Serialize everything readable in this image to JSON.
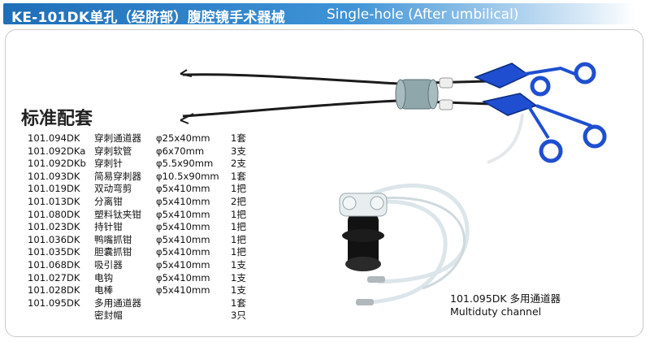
{
  "header": {
    "title": "KE-101DK单孔（经脐部）腹腔镜手术器械",
    "subtitle": "Single-hole (After umbilical)"
  },
  "section_title": "标准配套",
  "items": [
    {
      "code": "101.094DK",
      "name": "穿刺通道器",
      "spec": "φ25x40mm",
      "qty": "1套"
    },
    {
      "code": "101.092DKa",
      "name": "穿刺软管",
      "spec": "φ6x70mm",
      "qty": "3支"
    },
    {
      "code": "101.092DKb",
      "name": "穿刺针",
      "spec": "φ5.5x90mm",
      "qty": "2支"
    },
    {
      "code": "101.093DK",
      "name": "简易穿刺器",
      "spec": "φ10.5x90mm",
      "qty": "1套"
    },
    {
      "code": "101.019DK",
      "name": "双动弯剪",
      "spec": "φ5x410mm",
      "qty": "1把"
    },
    {
      "code": "101.013DK",
      "name": "分离钳",
      "spec": "φ5x410mm",
      "qty": "2把"
    },
    {
      "code": "101.080DK",
      "name": "塑料钛夹钳",
      "spec": "φ5x410mm",
      "qty": "1把"
    },
    {
      "code": "101.023DK",
      "name": "持针钳",
      "spec": "φ5x410mm",
      "qty": "1把"
    },
    {
      "code": "101.036DK",
      "name": "鸭嘴抓钳",
      "spec": "φ5x410mm",
      "qty": "1把"
    },
    {
      "code": "101.035DK",
      "name": "胆囊抓钳",
      "spec": "φ5x410mm",
      "qty": "1把"
    },
    {
      "code": "101.068DK",
      "name": "吸引器",
      "spec": "φ5x410mm",
      "qty": "1支"
    },
    {
      "code": "101.027DK",
      "name": "电钩",
      "spec": "φ5x410mm",
      "qty": "1支"
    },
    {
      "code": "101.028DK",
      "name": "电棒",
      "spec": "φ5x410mm",
      "qty": "1支"
    },
    {
      "code": "101.095DK",
      "name": "多用通道器",
      "spec": "",
      "qty": "1套"
    },
    {
      "code": "",
      "name": "密封帽",
      "spec": "",
      "qty": "3只"
    }
  ],
  "caption": {
    "line1": "101.095DK 多用通道器",
    "line2": "Multiduty channel"
  }
}
